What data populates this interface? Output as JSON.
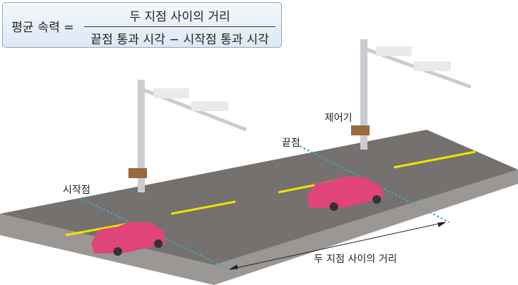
{
  "formula": {
    "lhs": "평균 속력 =",
    "numerator": "두 지점 사이의 거리",
    "denominator": "끝점 통과 시각 − 시작점 통과 시각"
  },
  "labels": {
    "start": "시작점",
    "end": "끝점",
    "controller": "제어기",
    "distance": "두 지점 사이의 거리"
  },
  "colors": {
    "road": "#6e6a67",
    "lane": "#f2e200",
    "car": "#e0457a",
    "guide": "#3aa8c8"
  }
}
